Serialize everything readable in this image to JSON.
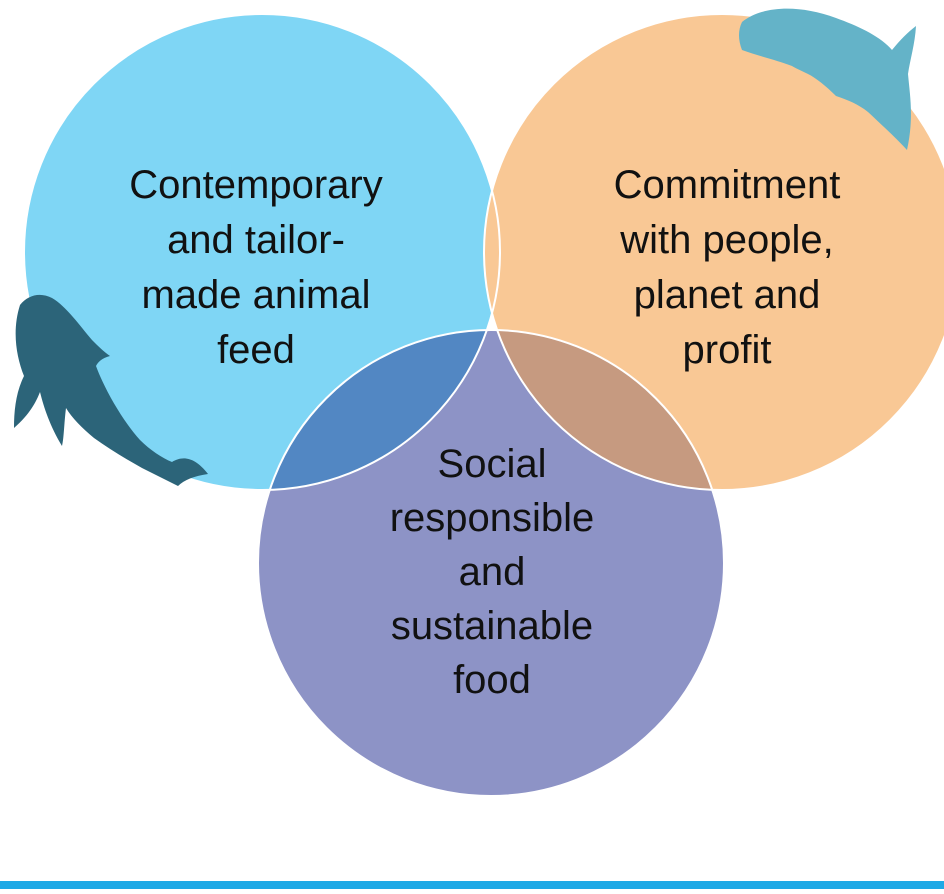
{
  "diagram": {
    "circles": [
      {
        "id": "feed",
        "lines": [
          "Contemporary",
          "and tailor-",
          "made animal",
          "feed"
        ],
        "color": "#7fd6f5"
      },
      {
        "id": "commitment",
        "lines": [
          "Commitment",
          "with people,",
          "planet and",
          "profit"
        ],
        "color": "#f9c895"
      },
      {
        "id": "social",
        "lines": [
          "Social",
          "responsible",
          "and",
          "sustainable",
          "food"
        ],
        "color": "#8d93c6"
      }
    ],
    "overlap_colors": {
      "feed_social": "#5287c3",
      "commitment_social": "#c69a80"
    },
    "text_color": "#111111",
    "circle_outline": "#ffffff",
    "fish": {
      "top_right": {
        "icon": "fish-icon",
        "color": "#64b3c8"
      },
      "left": {
        "icon": "fish-icon",
        "color": "#2c6479"
      }
    },
    "bottom_rule_color": "#1ea9e6"
  }
}
